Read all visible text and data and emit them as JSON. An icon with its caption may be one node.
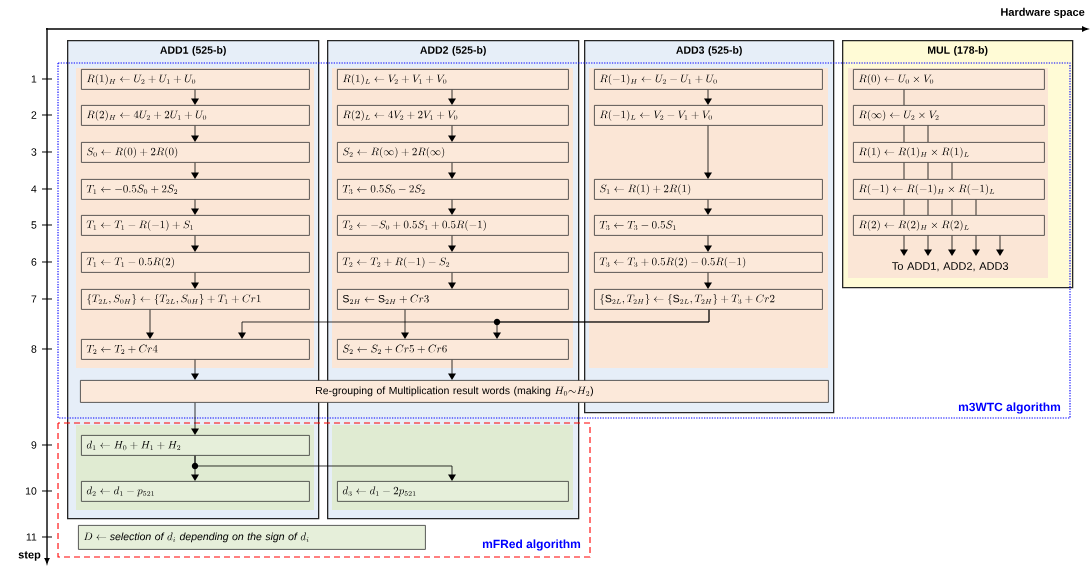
{
  "diagram": {
    "nodes": [
      {
        "text": [
          "ADD1 (525-b)"
        ]
      },
      {
        "text": [
          "ADD2 (525-b)"
        ]
      },
      {
        "text": [
          "ADD3 (525-b)"
        ]
      },
      {
        "text": [
          "MUL (178-b)"
        ]
      },
      {
        "text": [
          "R(1)_H \\leftarrow U_2 + U_1 + U_0"
        ],
        "in": 0
      },
      {
        "text": [
          "R(2)_H \\leftarrow 4U_2 + 2U_1 + U_0"
        ],
        "in": 0
      },
      {
        "text": [
          "S_0 \\leftarrow R(0) + 2R(0)"
        ],
        "in": 0
      },
      {
        "text": [
          "T_1 \\leftarrow -0.5S_0 + 2S_2"
        ],
        "in": 0
      },
      {
        "text": [
          "T_1 \\leftarrow T_1 - R(-1) + S_1"
        ],
        "in": 0
      },
      {
        "text": [
          "T_1 \\leftarrow T_1 - 0.5R(2)"
        ],
        "in": 0
      },
      {
        "text": [
          "\\{T_{2L}, S_{0H}\\} \\leftarrow \\{T_{2L}, S_{0H}\\} + T_1 + Cr1"
        ],
        "in": 0
      },
      {
        "text": [
          "T_2 \\leftarrow T_2 + Cr4"
        ],
        "in": 0
      },
      {
        "text": [
          "R(1)_L \\leftarrow V_2 + V_1 + V_0"
        ],
        "in": 1
      },
      {
        "text": [
          "R(2)_L \\leftarrow 4V_2 + 2V_1 + V_0"
        ],
        "in": 1
      },
      {
        "text": [
          "S_2 \\leftarrow R(\\infty) + 2R(\\infty)"
        ],
        "in": 1
      },
      {
        "text": [
          "T_3 \\leftarrow 0.5S_0 - 2S_2"
        ],
        "in": 1
      },
      {
        "text": [
          "T_2 \\leftarrow -S_0 + 0.5S_1 + 0.5R(-1)"
        ],
        "in": 1
      },
      {
        "text": [
          "T_2 \\leftarrow T_2 + R(-1) - S_2"
        ],
        "in": 1
      },
      {
        "text": [
          "\\mathrm{S}_{2H} \\leftarrow \\mathrm{S}_{2H} + Cr3"
        ],
        "in": 1
      },
      {
        "text": [
          "S_2 \\leftarrow S_2 + Cr5 + Cr6"
        ],
        "in": 1
      },
      {
        "text": [
          "R(-1)_H \\leftarrow U_2 - U_1 + U_0"
        ],
        "in": 2
      },
      {
        "text": [
          "R(-1)_L \\leftarrow V_2 - V_1 + V_0"
        ],
        "in": 2
      },
      {
        "text": [
          "S_1 \\leftarrow R(1) + 2R(1)"
        ],
        "in": 2
      },
      {
        "text": [
          "T_3 \\leftarrow T_3 - 0.5S_1"
        ],
        "in": 2
      },
      {
        "text": [
          "T_3 \\leftarrow T_3 + 0.5R(2) - 0.5R(-1)"
        ],
        "in": 2
      },
      {
        "text": [
          "\\{\\mathrm{S}_{2L}, T_{2H}\\} \\leftarrow \\{\\mathrm{S}_{2L}, T_{2H}\\} + T_3 + Cr2"
        ],
        "in": 2
      },
      {
        "text": [
          "R(0) \\leftarrow U_0 \\times V_0"
        ],
        "in": 3
      },
      {
        "text": [
          "R(\\infty) \\leftarrow U_2 \\times V_2"
        ],
        "in": 3
      },
      {
        "text": [
          "R(1) \\leftarrow R(1)_H \\times R(1)_L"
        ],
        "in": 3
      },
      {
        "text": [
          "R(-1) \\leftarrow R(-1)_H \\times R(-1)_L"
        ],
        "in": 3
      },
      {
        "text": [
          "R(2) \\leftarrow R(2)_H \\times R(2)_L"
        ],
        "in": 3
      },
      {
        "text": [
          "To ADD1, ADD2, ADD3"
        ],
        "in": 3
      },
      {
        "text": [
          "\\text{Re-grouping of Multiplication result words (making }H_0{\\sim}H_2\\text{)}"
        ]
      },
      {
        "text": [
          "d_1 \\leftarrow H_0 + H_1 + H_2"
        ],
        "in": 0
      },
      {
        "text": [
          "d_2 \\leftarrow d_1 - p_{521}"
        ],
        "in": 0
      },
      {
        "text": [
          "d_3 \\leftarrow d_1 - 2p_{521}"
        ],
        "in": 1
      },
      {
        "text": [
          "D \\leftarrow \\textit{selection of } d_i \\textit{ depending on the sign of } d_i"
        ]
      }
    ],
    "edges": [
      {
        "from": 4,
        "to": 5,
        "arrow": "to"
      },
      {
        "from": 5,
        "to": 6,
        "arrow": "to"
      },
      {
        "from": 6,
        "to": 7,
        "arrow": "to"
      },
      {
        "from": 7,
        "to": 8,
        "arrow": "to"
      },
      {
        "from": 8,
        "to": 9,
        "arrow": "to"
      },
      {
        "from": 9,
        "to": 10,
        "arrow": "to"
      },
      {
        "from": 10,
        "to": 11,
        "arrow": "to"
      },
      {
        "from": 11,
        "to": 32,
        "arrow": "to"
      },
      {
        "from": 12,
        "to": 13,
        "arrow": "to"
      },
      {
        "from": 13,
        "to": 14,
        "arrow": "to"
      },
      {
        "from": 14,
        "to": 15,
        "arrow": "to"
      },
      {
        "from": 15,
        "to": 16,
        "arrow": "to"
      },
      {
        "from": 16,
        "to": 17,
        "arrow": "to"
      },
      {
        "from": 17,
        "to": 18,
        "arrow": "to"
      },
      {
        "from": 18,
        "to": 19,
        "arrow": "to"
      },
      {
        "from": 19,
        "to": 32,
        "arrow": "to"
      },
      {
        "from": 20,
        "to": 21,
        "arrow": "to"
      },
      {
        "from": 21,
        "to": 22,
        "arrow": "to"
      },
      {
        "from": 22,
        "to": 23,
        "arrow": "to"
      },
      {
        "from": 23,
        "to": 24,
        "arrow": "to"
      },
      {
        "from": 24,
        "to": 25,
        "arrow": "to"
      },
      {
        "from": 25,
        "to": 19,
        "arrow": "to"
      },
      {
        "from": 25,
        "to": 11,
        "arrow": "to"
      },
      {
        "from": 26,
        "to": 27,
        "arrow": "none"
      },
      {
        "from": 27,
        "to": 28,
        "arrow": "none"
      },
      {
        "from": 27,
        "to": 28,
        "arrow": "none"
      },
      {
        "from": 28,
        "to": 29,
        "arrow": "none"
      },
      {
        "from": 28,
        "to": 29,
        "arrow": "none"
      },
      {
        "from": 28,
        "to": 29,
        "arrow": "none"
      },
      {
        "from": 29,
        "to": 30,
        "arrow": "none"
      },
      {
        "from": 29,
        "to": 30,
        "arrow": "none"
      },
      {
        "from": 29,
        "to": 30,
        "arrow": "none"
      },
      {
        "from": 29,
        "to": 30,
        "arrow": "none"
      },
      {
        "from": 30,
        "to": 31,
        "arrow": "to"
      },
      {
        "from": 30,
        "to": 31,
        "arrow": "to"
      },
      {
        "from": 30,
        "to": 31,
        "arrow": "to"
      },
      {
        "from": 30,
        "to": 31,
        "arrow": "to"
      },
      {
        "from": 30,
        "to": 31,
        "arrow": "to"
      },
      {
        "from": 32,
        "to": 33,
        "arrow": "to"
      },
      {
        "from": 33,
        "to": 34,
        "arrow": "to"
      },
      {
        "from": 33,
        "to": 35,
        "arrow": "to"
      }
    ],
    "labels": [
      "Hardware space",
      "1",
      "2",
      "3",
      "4",
      "5",
      "6",
      "7",
      "8",
      "9",
      "10",
      "11",
      "step",
      "m3WTC algorithm",
      "mFRed algorithm"
    ]
  }
}
